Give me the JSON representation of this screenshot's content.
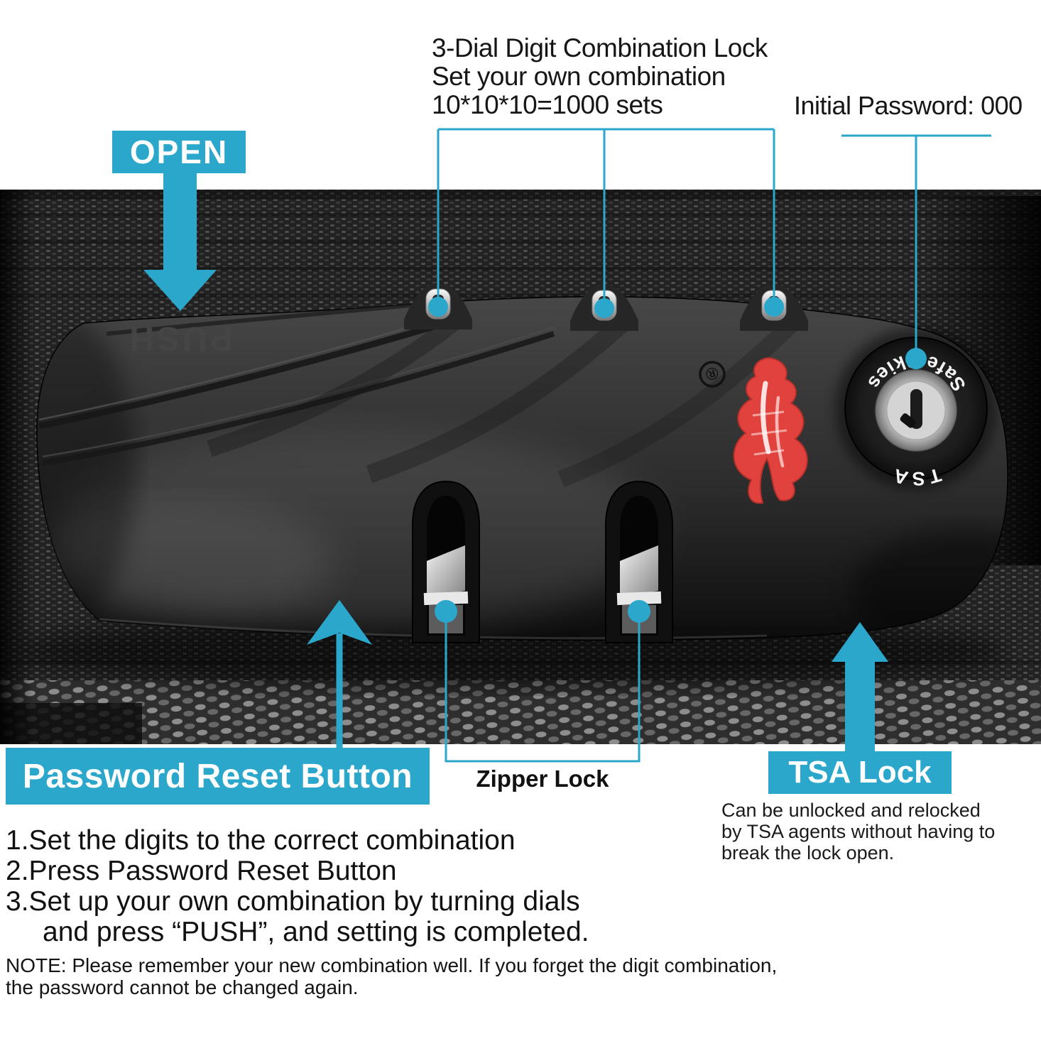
{
  "colors": {
    "teal": "#2aa7cb",
    "logo_red": "#e2423d",
    "fabric_dark": "#232323"
  },
  "top_annotation": {
    "line1": "3-Dial Digit Combination Lock",
    "line2": "Set your own combination",
    "line3": "10*10*10=1000 sets"
  },
  "initial_password_label": "Initial Password: 000",
  "open_label": "OPEN",
  "password_reset_label": "Password Reset Button",
  "zipper_lock_label": "Zipper Lock",
  "tsa_lock": {
    "title": "TSA Lock",
    "desc_line1": "Can be unlocked and relocked",
    "desc_line2": "by TSA agents without having to",
    "desc_line3": "break the lock open."
  },
  "lock": {
    "push_label": "PUSH",
    "registered_mark": "®",
    "ring_text_arc": "Safe Skies",
    "ring_text_bottom": "TSA"
  },
  "instructions": {
    "line1": "1.Set the digits to the correct combination",
    "line2": "2.Press Password Reset Button",
    "line3": "3.Set up your own combination by turning dials",
    "line4": "and press “PUSH”, and setting is completed."
  },
  "note": {
    "line1": "NOTE: Please remember your new combination well. If you forget the digit combination,",
    "line2": "the password cannot be changed again."
  }
}
